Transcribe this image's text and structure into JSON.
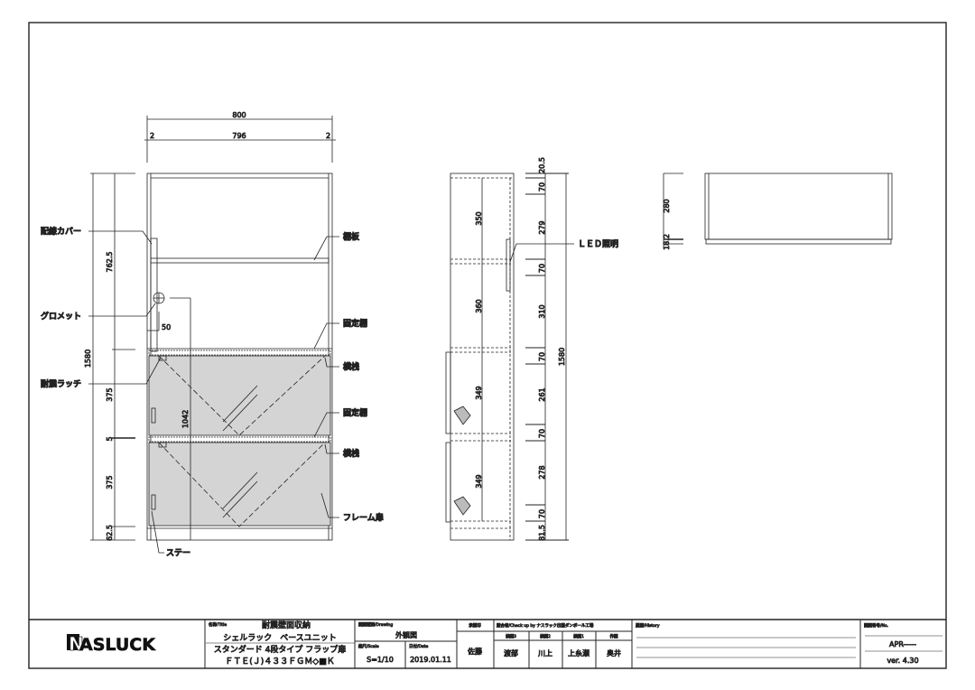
{
  "front_view": {
    "dims": {
      "total_width": "800",
      "left_margin": "2",
      "inner_width": "796",
      "right_margin": "2",
      "height": "1580",
      "upper": "762.5",
      "door1": "375",
      "gap": "5",
      "door2": "375",
      "base": "62.5",
      "handle_height": "1042",
      "grommet_offset": "50"
    },
    "labels": {
      "wiring_cover": "配線カバー",
      "grommet": "グロメット",
      "latch": "耐震ラッチ",
      "stay": "ステー",
      "shelf_board": "棚板",
      "fixed_shelf_1": "固定棚",
      "rail_1": "横桟",
      "fixed_shelf_2": "固定棚",
      "rail_2": "横桟",
      "frame_door": "フレーム扉"
    }
  },
  "side_view": {
    "dims": [
      "20.5",
      "70",
      "279",
      "70",
      "310",
      "70",
      "261",
      "70",
      "278",
      "70",
      "81.5"
    ],
    "height": "1580",
    "inner_dims": [
      "350",
      "360",
      "349",
      "349"
    ],
    "led_label": "ＬＥＤ照明"
  },
  "top_view": {
    "dims": {
      "depth": "280",
      "base": "18.2"
    }
  },
  "title_block": {
    "logo": "NASLUCK",
    "title_label": "名称/Title",
    "title_1": "耐震壁面収納",
    "title_2": "シェルラック　ベースユニット",
    "title_3": "スタンダード 4段タイプ フラップ扉",
    "title_4": "ＦＴＥ(Ｊ)４３３ＦＧＭ◇■Ｋ",
    "drawing_label": "図面種別/Drawing",
    "drawing": "外観図",
    "scale_label": "縮尺/Scale",
    "scale": "S=1/10",
    "date_label": "日付/Date",
    "date": "2019.01.11",
    "approval_label": "承認印",
    "approver": "佐藤",
    "check_label": "照合者/Check up by ナスラック出雲ダンボール工場",
    "check_cols": [
      "検図3",
      "検図2",
      "検図1",
      "作図"
    ],
    "check_names": [
      "渡部",
      "川上",
      "上糸瀬",
      "奥井"
    ],
    "history_label": "履歴/History",
    "number_label": "図面番号/No.",
    "number": "APR-----",
    "version": "ver. 4.30"
  }
}
